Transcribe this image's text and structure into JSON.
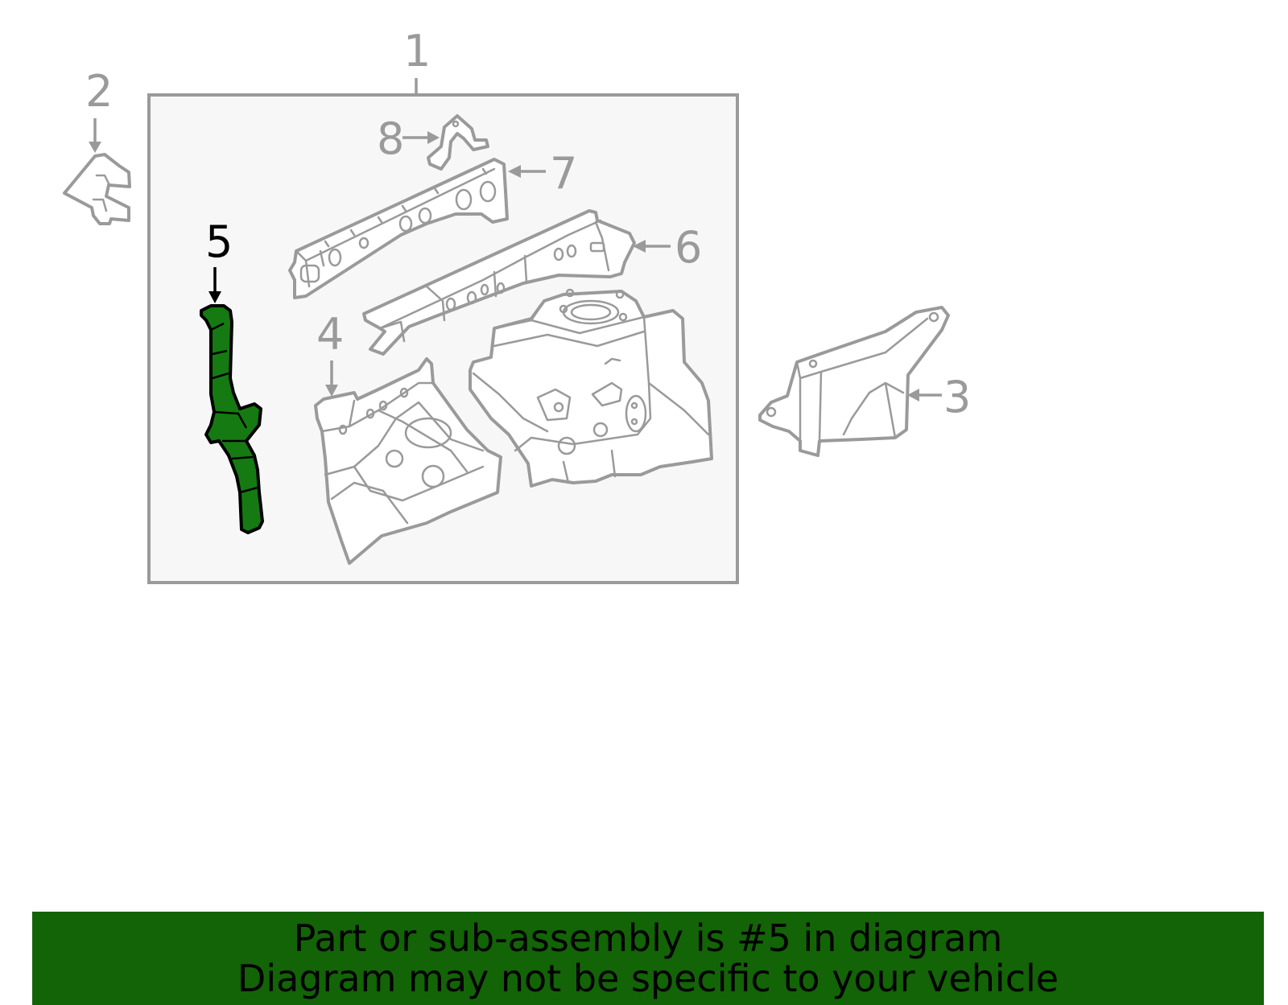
{
  "callouts": {
    "c1": "1",
    "c2": "2",
    "c3": "3",
    "c4": "4",
    "c5": "5",
    "c6": "6",
    "c7": "7",
    "c8": "8"
  },
  "highlighted_part": "5",
  "colors": {
    "banner_background": "#136307",
    "highlight_fill": "#157a12",
    "outline_gray": "#9a9a9a",
    "box_background": "#f7f7f7"
  },
  "banner": {
    "line1": "Part or sub-assembly is #5 in diagram",
    "line2": "Diagram may not be specific to your vehicle"
  }
}
